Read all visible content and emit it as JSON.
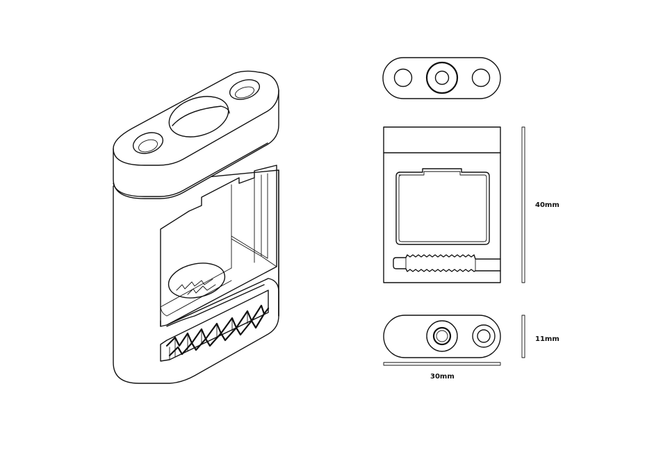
{
  "dimensions": {
    "height_label": "40mm",
    "depth_label": "11mm",
    "width_label": "30mm"
  }
}
